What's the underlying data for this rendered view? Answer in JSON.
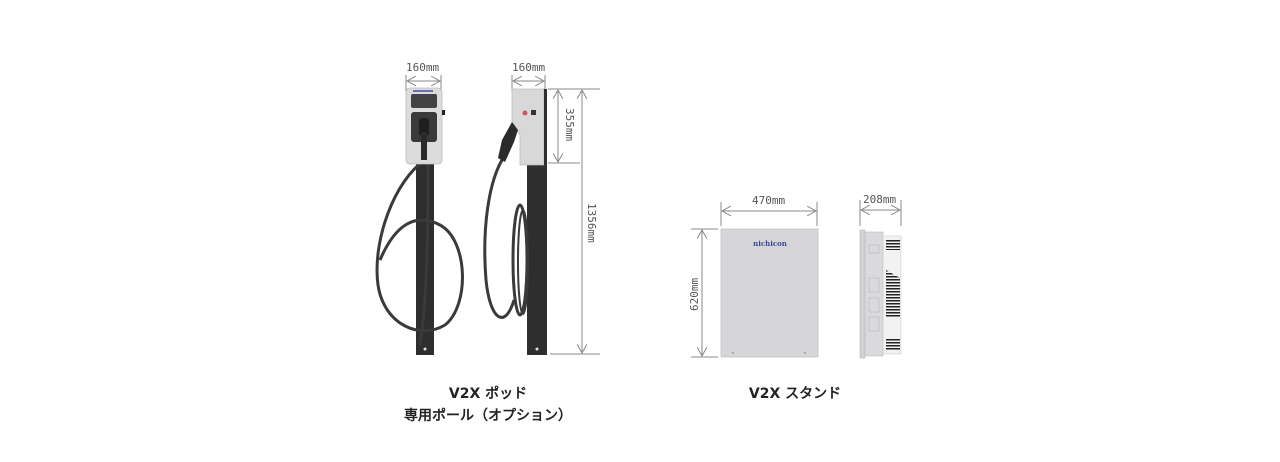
{
  "products": [
    {
      "id": "v2x-pod",
      "caption_line1": "V2X ポッド",
      "caption_line2": "専用ポール（オプション）",
      "dimensions": {
        "front_width": "160mm",
        "side_width": "160mm",
        "head_height": "355mm",
        "total_height": "1356mm"
      }
    },
    {
      "id": "v2x-stand",
      "caption_line1": "V2X スタンド",
      "brand_logo": "nichicon",
      "dimensions": {
        "width": "470mm",
        "depth": "208mm",
        "height": "620mm"
      }
    }
  ],
  "colors": {
    "pole": "#2e2e2e",
    "cable": "#3a3a3a",
    "unit_body": "#d8d8d8",
    "stand_panel": "#d4d4d6",
    "dimension_line": "#8a8a8a",
    "logo": "#3b4a9a"
  }
}
